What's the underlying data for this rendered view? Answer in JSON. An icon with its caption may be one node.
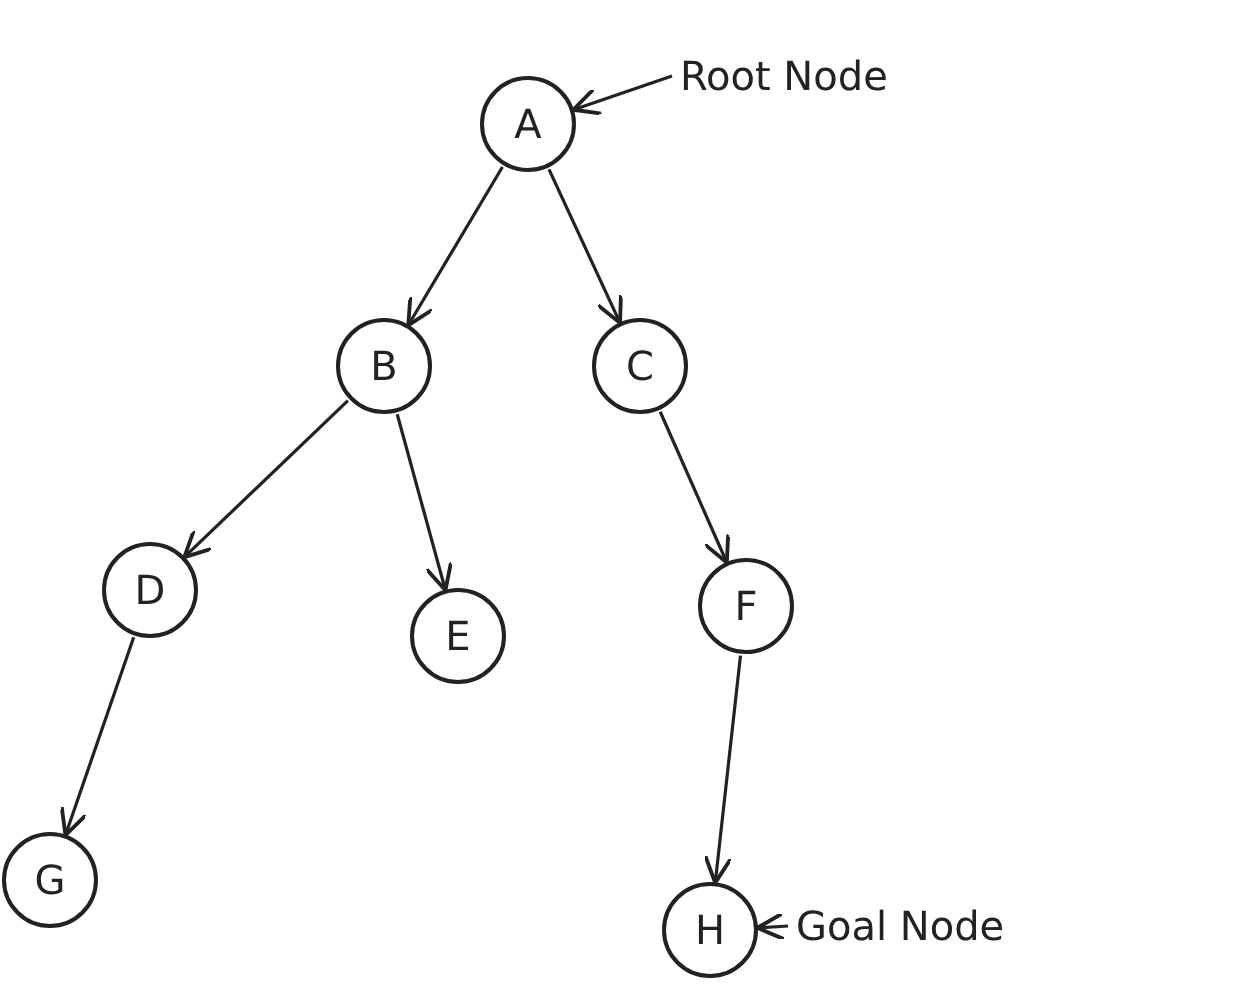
{
  "diagram": {
    "nodes": [
      {
        "text": [
          "A"
        ]
      },
      {
        "text": [
          "B"
        ]
      },
      {
        "text": [
          "C"
        ]
      },
      {
        "text": [
          "D"
        ]
      },
      {
        "text": [
          "E"
        ]
      },
      {
        "text": [
          "F"
        ]
      },
      {
        "text": [
          "G"
        ]
      },
      {
        "text": [
          "H"
        ]
      },
      {
        "text": [
          "Root Node"
        ]
      },
      {
        "text": [
          "Goal Node"
        ]
      }
    ],
    "edges": [
      {
        "from": 0,
        "to": 1,
        "arrow": "to"
      },
      {
        "from": 0,
        "to": 2,
        "arrow": "to"
      },
      {
        "from": 1,
        "to": 3,
        "arrow": "to"
      },
      {
        "from": 1,
        "to": 4,
        "arrow": "to"
      },
      {
        "from": 2,
        "to": 5,
        "arrow": "to"
      },
      {
        "from": 3,
        "to": 6,
        "arrow": "to"
      },
      {
        "from": 5,
        "to": 7,
        "arrow": "to"
      },
      {
        "from": 8,
        "to": 0,
        "arrow": "to"
      },
      {
        "from": 9,
        "to": 7,
        "arrow": "to"
      }
    ]
  }
}
